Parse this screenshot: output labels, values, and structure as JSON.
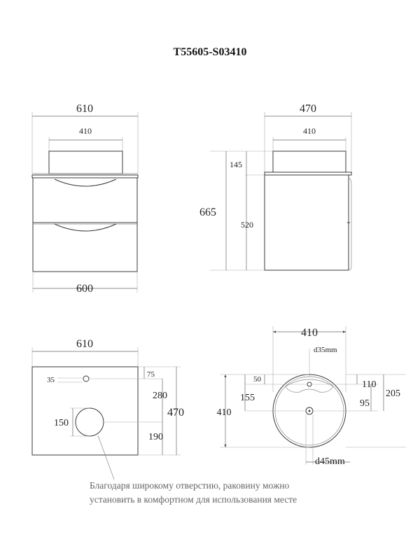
{
  "title": "T55605-S03410",
  "front_view": {
    "top_width": "610",
    "basin_width": "410",
    "cabinet_width": "600"
  },
  "side_view": {
    "top_depth": "470",
    "basin_depth": "410",
    "total_height": "665",
    "basin_height": "145",
    "cabinet_height": "520"
  },
  "top_view": {
    "top_width": "610",
    "depth": "470",
    "tap_hole_diameter": "35",
    "tap_hole_offset": "75",
    "tap_to_drain": "280",
    "drain_cutout_diameter": "150",
    "drain_offset": "190"
  },
  "basin_plan": {
    "width": "410",
    "depth": "410",
    "tap_hole": "d35mm",
    "tap_offset_small": "50",
    "tap_to_center": "155",
    "tap_offset_right": "110",
    "center_offset_right": "95",
    "total_right": "205",
    "drain": "d45mm"
  },
  "note": {
    "line1": "Благодаря широкому отверстию, раковину можно",
    "line2": "установить в комфортном для использования месте"
  }
}
